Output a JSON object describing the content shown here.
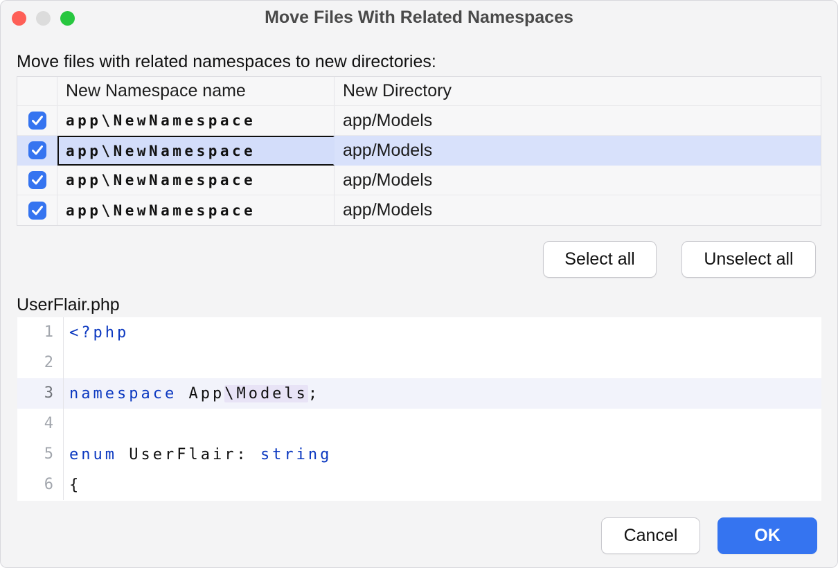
{
  "window": {
    "title": "Move Files With Related Namespaces"
  },
  "colors": {
    "accent_blue": "#3574f0",
    "selected_row": "#d8e1fb",
    "keyword_blue": "#0b38c0",
    "identifier_highlight": "#e8e3f6",
    "traffic_close": "#fe5f57",
    "traffic_minimize": "#dcdcdc",
    "traffic_zoom": "#27c73f"
  },
  "main": {
    "instruction_label": "Move files with related namespaces to new directories:",
    "table": {
      "columns": {
        "namespace": "New Namespace name",
        "directory": "New Directory"
      },
      "rows": [
        {
          "checked": true,
          "namespace": "app\\NewNamespace",
          "directory": "app/Models",
          "selected": false
        },
        {
          "checked": true,
          "namespace": "app\\NewNamespace",
          "directory": "app/Models",
          "selected": true
        },
        {
          "checked": true,
          "namespace": "app\\NewNamespace",
          "directory": "app/Models",
          "selected": false
        },
        {
          "checked": true,
          "namespace": "app\\NewNamespace",
          "directory": "app/Models",
          "selected": false
        }
      ]
    },
    "buttons": {
      "select_all": "Select all",
      "unselect_all": "Unselect all",
      "cancel": "Cancel",
      "ok": "OK"
    },
    "preview": {
      "filename": "UserFlair.php",
      "lines": [
        {
          "num": "1",
          "segments": [
            {
              "text": "<?php",
              "type": "keyword"
            }
          ]
        },
        {
          "num": "2",
          "segments": []
        },
        {
          "num": "3",
          "current": true,
          "segments": [
            {
              "text": "namespace",
              "type": "keyword"
            },
            {
              "text": " App",
              "type": "plain"
            },
            {
              "text": "\\Models",
              "type": "highlight"
            },
            {
              "text": ";",
              "type": "plain"
            }
          ]
        },
        {
          "num": "4",
          "segments": []
        },
        {
          "num": "5",
          "segments": [
            {
              "text": "enum",
              "type": "keyword"
            },
            {
              "text": " UserFlair: ",
              "type": "plain"
            },
            {
              "text": "string",
              "type": "keyword"
            }
          ]
        },
        {
          "num": "6",
          "segments": [
            {
              "text": "{",
              "type": "plain"
            }
          ]
        }
      ]
    }
  }
}
